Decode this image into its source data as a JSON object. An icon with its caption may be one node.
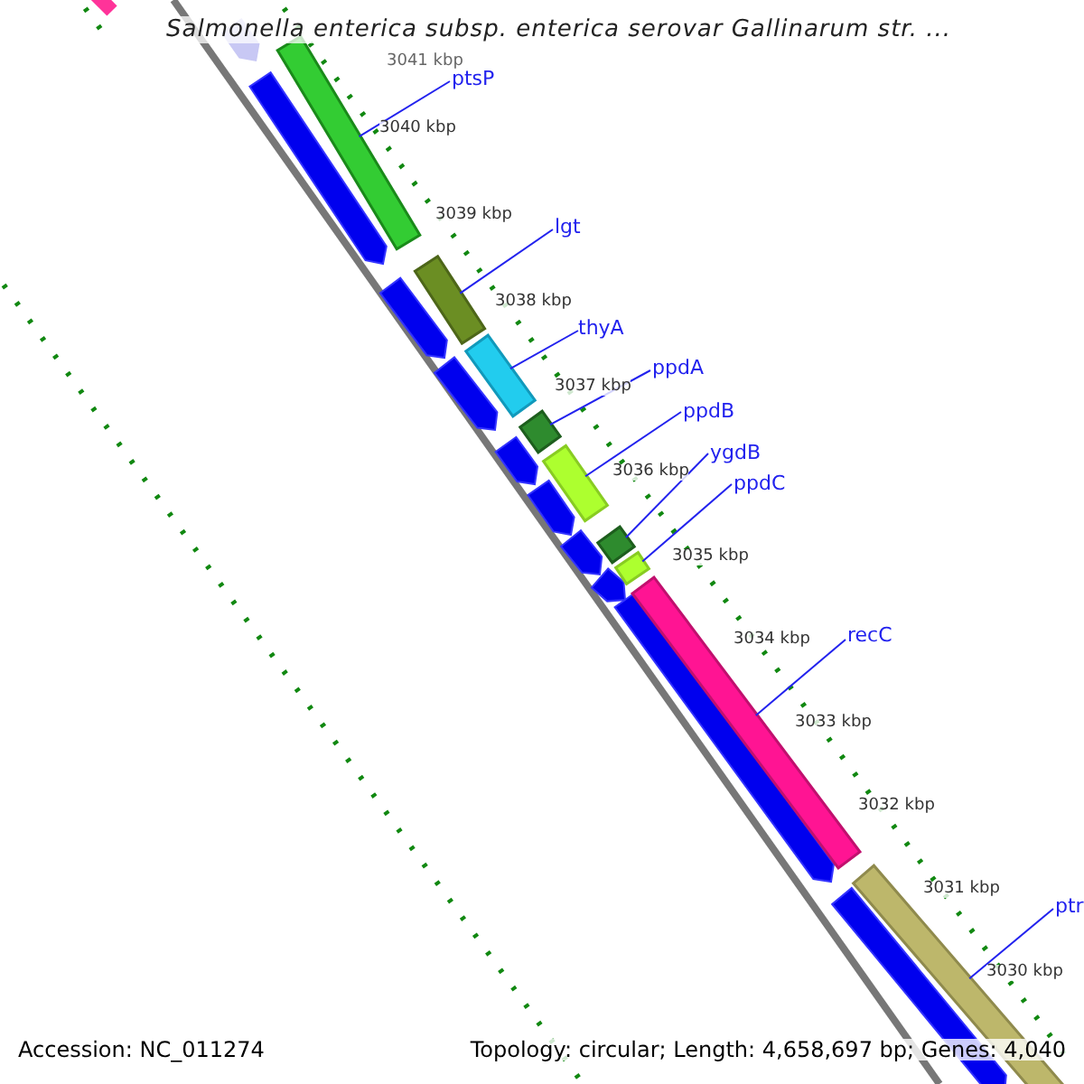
{
  "diagram": {
    "title": "Salmonella enterica subsp. enterica serovar Gallinarum str. ...",
    "nodes": [
      {
        "text": [
          "ptsP"
        ]
      },
      {
        "text": [],
        "shape": "bar"
      },
      {
        "text": [
          "lgt"
        ]
      },
      {
        "text": [],
        "shape": "bar"
      },
      {
        "text": [
          "thyA"
        ]
      },
      {
        "text": [],
        "shape": "bar"
      },
      {
        "text": [
          "ppdA"
        ]
      },
      {
        "text": [],
        "shape": "bar"
      },
      {
        "text": [
          "ppdB"
        ]
      },
      {
        "text": [],
        "shape": "bar"
      },
      {
        "text": [
          "ygdB"
        ]
      },
      {
        "text": [],
        "shape": "bar"
      },
      {
        "text": [
          "ppdC"
        ]
      },
      {
        "text": [],
        "shape": "bar"
      },
      {
        "text": [
          "recC"
        ]
      },
      {
        "text": [],
        "shape": "bar"
      },
      {
        "text": [
          "ptr"
        ]
      },
      {
        "text": [],
        "shape": "bar"
      },
      {
        "text": [],
        "shape": "bar"
      },
      {
        "text": [],
        "shape": "bar"
      },
      {
        "text": [],
        "shape": "bar"
      },
      {
        "text": [],
        "shape": "bar"
      },
      {
        "text": [],
        "shape": "bar"
      },
      {
        "text": [],
        "shape": "bar"
      },
      {
        "text": [],
        "shape": "bar"
      },
      {
        "text": [],
        "shape": "bar"
      },
      {
        "text": [],
        "shape": "bar"
      },
      {
        "text": [],
        "shape": "bar"
      },
      {
        "text": [],
        "shape": "bar"
      }
    ],
    "edges": [
      {
        "from": 0,
        "to": 1,
        "arrow": "none"
      },
      {
        "from": 2,
        "to": 3,
        "arrow": "none"
      },
      {
        "from": 4,
        "to": 5,
        "arrow": "none"
      },
      {
        "from": 6,
        "to": 7,
        "arrow": "none"
      },
      {
        "from": 8,
        "to": 9,
        "arrow": "none"
      },
      {
        "from": 10,
        "to": 11,
        "arrow": "none"
      },
      {
        "from": 12,
        "to": 13,
        "arrow": "none"
      },
      {
        "from": 14,
        "to": 15,
        "arrow": "none"
      },
      {
        "from": 16,
        "to": 17,
        "arrow": "none"
      }
    ],
    "labels": [
      "3041 kbp",
      "3040 kbp",
      "3039 kbp",
      "3038 kbp",
      "3037 kbp",
      "3036 kbp",
      "3035 kbp",
      "3034 kbp",
      "3033 kbp",
      "3032 kbp",
      "3031 kbp",
      "3030 kbp",
      "Accession: NC_011274",
      "Topology: circular; Length: 4,658,697 bp; Genes: 4,040"
    ]
  }
}
